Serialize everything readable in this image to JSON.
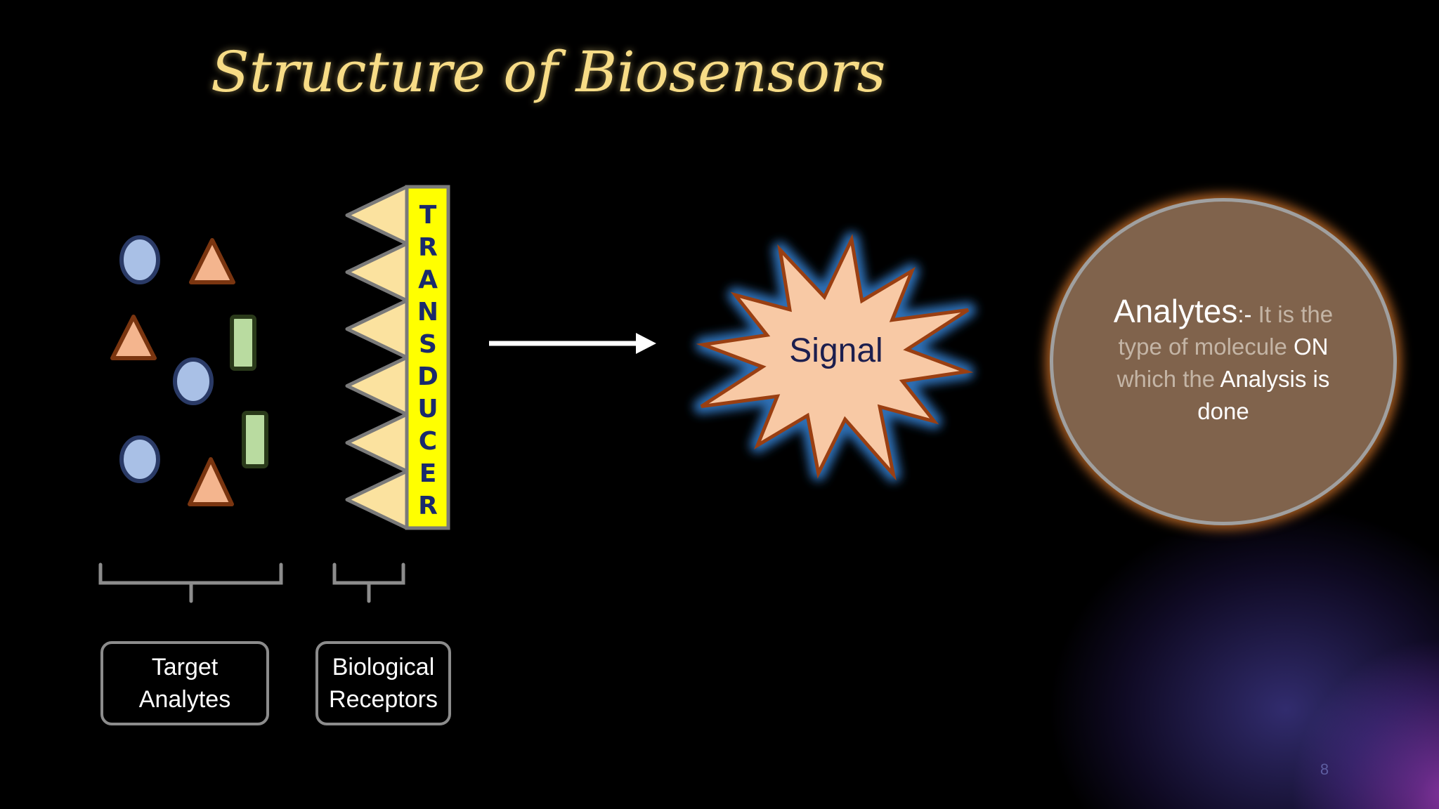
{
  "slide": {
    "title": "Structure of Biosensors",
    "page_number": "8"
  },
  "diagram": {
    "transducer_label": "TRANSDUCER",
    "signal_label": "Signal",
    "bracket_labels": {
      "target_analytes": [
        "Target",
        "Analytes"
      ],
      "biological_receptors": [
        "Biological",
        "Receptors"
      ]
    },
    "analytes_definition": {
      "term": "Analytes",
      "separator": ":-",
      "text_1": " It is the type of molecule ",
      "emphasis_1": "ON",
      "text_2": " which the ",
      "emphasis_2": "Analysis is done"
    },
    "analyte_shapes": [
      "circle",
      "triangle",
      "triangle",
      "rectangle",
      "circle",
      "rectangle",
      "circle",
      "triangle"
    ]
  },
  "colors": {
    "title": "#f7dc86",
    "circle_fill": "#a9c0e6",
    "triangle_fill": "#f4b58e",
    "rectangle_fill": "#b9dba0",
    "receptor_fill": "#fbe29f",
    "transducer_fill": "#ffff00",
    "transducer_text": "#1a2a6c",
    "signal_fill": "#f8c9a5",
    "analytes_circle_fill": "#80634c"
  }
}
